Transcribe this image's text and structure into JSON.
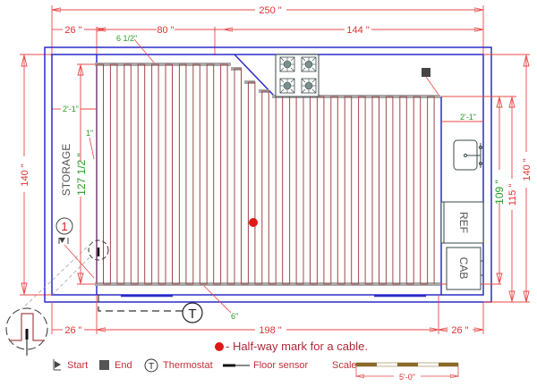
{
  "plan": {
    "dimensions_top": {
      "overall": "250 \"",
      "left_segment": "26 \"",
      "middle_segment": "80 \"",
      "right_segment": "144 \""
    },
    "dimensions_bottom": {
      "left": "26 \"",
      "middle": "198 \"",
      "right": "26 \""
    },
    "dimensions_left": {
      "overall": "140 \""
    },
    "dimensions_right": {
      "inner_green": "109 \"",
      "middle": "115 \"",
      "overall": "140 \""
    },
    "annotations": {
      "cable_spacing_top": "6 1/2\"",
      "left_offset": "2'-1\"",
      "right_offset": "2'-1\"",
      "wall_gap": "1\"",
      "storage_depth": "127 1/2 \"",
      "bottom_offset": "6\""
    },
    "rooms": {
      "storage": "STORAGE",
      "refrigerator": "REF",
      "cabinet": "CAB"
    },
    "start_marker_number": "1",
    "thermostat_symbol": "T",
    "cable_loops": 25,
    "colors": {
      "wall": "#2b2bc8",
      "dimension": "#e84848",
      "cable": "#a04848",
      "mat_edge": "#a8a8a8",
      "green_note": "#2a9a2a",
      "halfway_mark": "#e01818"
    }
  },
  "legend": {
    "halfway_text": "- Half-way mark for a cable.",
    "start_label": "Start",
    "end_label": "End",
    "thermostat_label": "Thermostat",
    "thermostat_symbol": "T",
    "floor_sensor_label": "Floor sensor",
    "scale_label": "Scale",
    "scale_value": "5'-0\""
  }
}
